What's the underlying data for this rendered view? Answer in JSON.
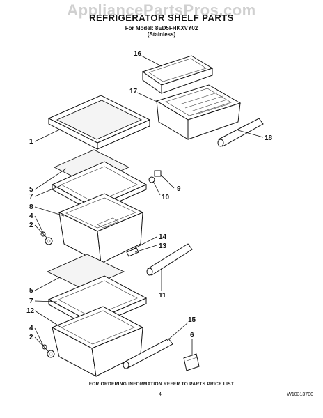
{
  "watermark": "AppliancePartsPros.com",
  "header": {
    "title": "REFRIGERATOR SHELF PARTS",
    "model_line": "For Model: 8ED5FHKXVY02",
    "finish_line": "(Stainless)"
  },
  "callouts": [
    {
      "id": "c16",
      "label": "16"
    },
    {
      "id": "c17",
      "label": "17"
    },
    {
      "id": "c18",
      "label": "18"
    },
    {
      "id": "c1",
      "label": "1"
    },
    {
      "id": "c5a",
      "label": "5"
    },
    {
      "id": "c7a",
      "label": "7"
    },
    {
      "id": "c8",
      "label": "8"
    },
    {
      "id": "c4a",
      "label": "4"
    },
    {
      "id": "c2a",
      "label": "2"
    },
    {
      "id": "c9",
      "label": "9"
    },
    {
      "id": "c10",
      "label": "10"
    },
    {
      "id": "c14",
      "label": "14"
    },
    {
      "id": "c13",
      "label": "13"
    },
    {
      "id": "c11",
      "label": "11"
    },
    {
      "id": "c5b",
      "label": "5"
    },
    {
      "id": "c7b",
      "label": "7"
    },
    {
      "id": "c12",
      "label": "12"
    },
    {
      "id": "c4b",
      "label": "4"
    },
    {
      "id": "c2b",
      "label": "2"
    },
    {
      "id": "c15",
      "label": "15"
    },
    {
      "id": "c6",
      "label": "6"
    }
  ],
  "footer": {
    "ordering_note": "FOR ORDERING INFORMATION REFER TO PARTS PRICE LIST",
    "page_number": "4",
    "document_number": "W10313700"
  }
}
